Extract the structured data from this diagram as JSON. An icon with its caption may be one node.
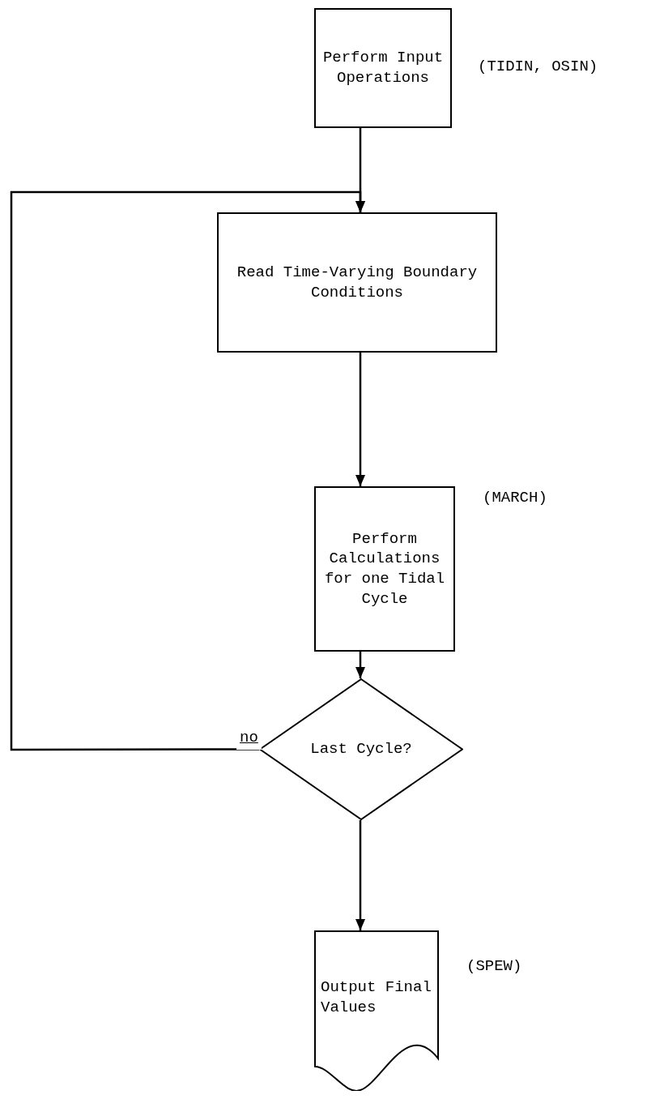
{
  "diagram": {
    "nodes": [
      {
        "text": [
          "Perform Input Operations"
        ],
        "beside": [
          "(TIDIN, OSIN)"
        ]
      },
      {
        "text": [
          "Read Time-Varying Boundary Conditions"
        ]
      },
      {
        "text": [
          "Perform Calculations for one Tidal Cycle"
        ],
        "beside": [
          "(MARCH)"
        ]
      },
      {
        "text": [
          "Last Cycle?"
        ]
      },
      {
        "text": [
          "Output Final Values"
        ],
        "beside": [
          "(SPEW)"
        ]
      }
    ],
    "edges": [
      {
        "from": 0,
        "to": 1,
        "arrow": "to"
      },
      {
        "from": 1,
        "to": 2,
        "arrow": "to"
      },
      {
        "from": 2,
        "to": 3,
        "arrow": "to"
      },
      {
        "from": 3,
        "to": 1,
        "arrow": "to",
        "label": "no"
      },
      {
        "from": 3,
        "to": 4,
        "arrow": "to"
      }
    ]
  }
}
